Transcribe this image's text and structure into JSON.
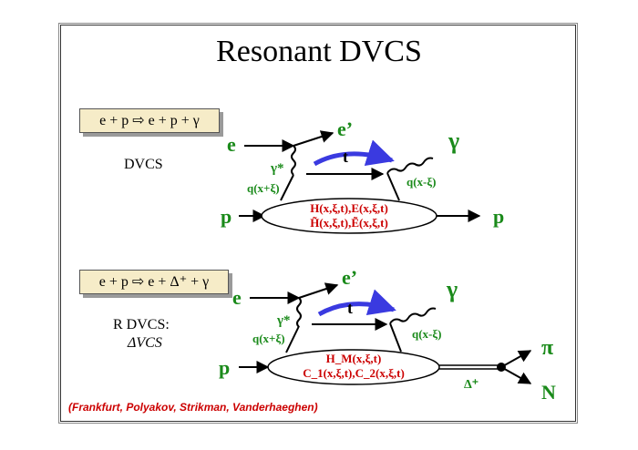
{
  "title": "Resonant DVCS",
  "top": {
    "equation": "e + p ⇨ e + p + γ",
    "label": "DVCS",
    "e_in": "e",
    "e_out": "e’",
    "photon_out": "γ",
    "virtual_photon": "γ*",
    "t": "t",
    "q_left": "q(x+ξ)",
    "q_right": "q(x-ξ)",
    "p_in": "p",
    "p_out": "p",
    "gpd_line1": "H(x,ξ,t),E(x,ξ,t)",
    "gpd_line2": "H̃(x,ξ,t),Ẽ(x,ξ,t)"
  },
  "bottom": {
    "equation": "e + p ⇨ e + Δ⁺ + γ",
    "label_line1": "R DVCS:",
    "label_line2": "ΔVCS",
    "e_in": "e",
    "e_out": "e’",
    "photon_out": "γ",
    "virtual_photon": "γ*",
    "t": "t",
    "q_left": "q(x+ξ)",
    "q_right": "q(x-ξ)",
    "p_in": "p",
    "gpd_line1": "H_M(x,ξ,t)",
    "gpd_line2": "C_1(x,ξ,t),C_2(x,ξ,t)",
    "delta": "Δ⁺",
    "pi": "π",
    "n": "N"
  },
  "citation": "(Frankfurt, Polyakov, Strikman, Vanderhaeghen)",
  "colors": {
    "green": "#1a8a1a",
    "red": "#cc0000",
    "blue": "#3a3ae0"
  }
}
